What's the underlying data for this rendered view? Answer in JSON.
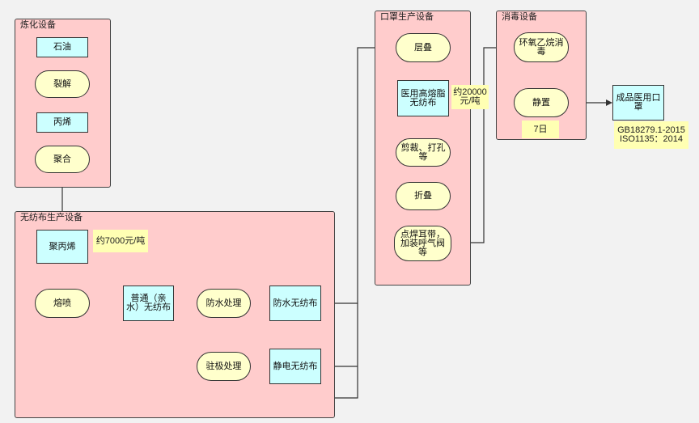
{
  "groups": {
    "refining": "炼化设备",
    "nonwoven": "无纺布生产设备",
    "mask": "口罩生产设备",
    "disinfect": "消毒设备"
  },
  "nodes": {
    "petroleum": "石油",
    "cracking": "裂解",
    "propylene": "丙烯",
    "polymerization": "聚合",
    "polypropylene": "聚丙烯",
    "meltblown": "熔喷",
    "ordinary_nonwoven": "普通（亲水）无纺布",
    "waterproof_treatment": "防水处理",
    "waterproof_nonwoven": "防水无纺布",
    "electret_treatment": "驻极处理",
    "electrostatic_nonwoven": "静电无纺布",
    "layering": "层叠",
    "medical_meltblown": "医用高熔脂无纺布",
    "cutting_punching": "剪裁、打孔等",
    "folding": "折叠",
    "welding_ear_straps": "点焊耳带，加装呼气阀等",
    "eo_disinfection": "环氧乙烷消毒",
    "resting": "静置",
    "finished_mask": "成品医用口罩"
  },
  "notes": {
    "pp_price": "约7000元/吨",
    "medical_price": "约20000元/吨",
    "rest_days": "7日",
    "standards": "GB18279.1-2015 ISO1135：2014"
  }
}
